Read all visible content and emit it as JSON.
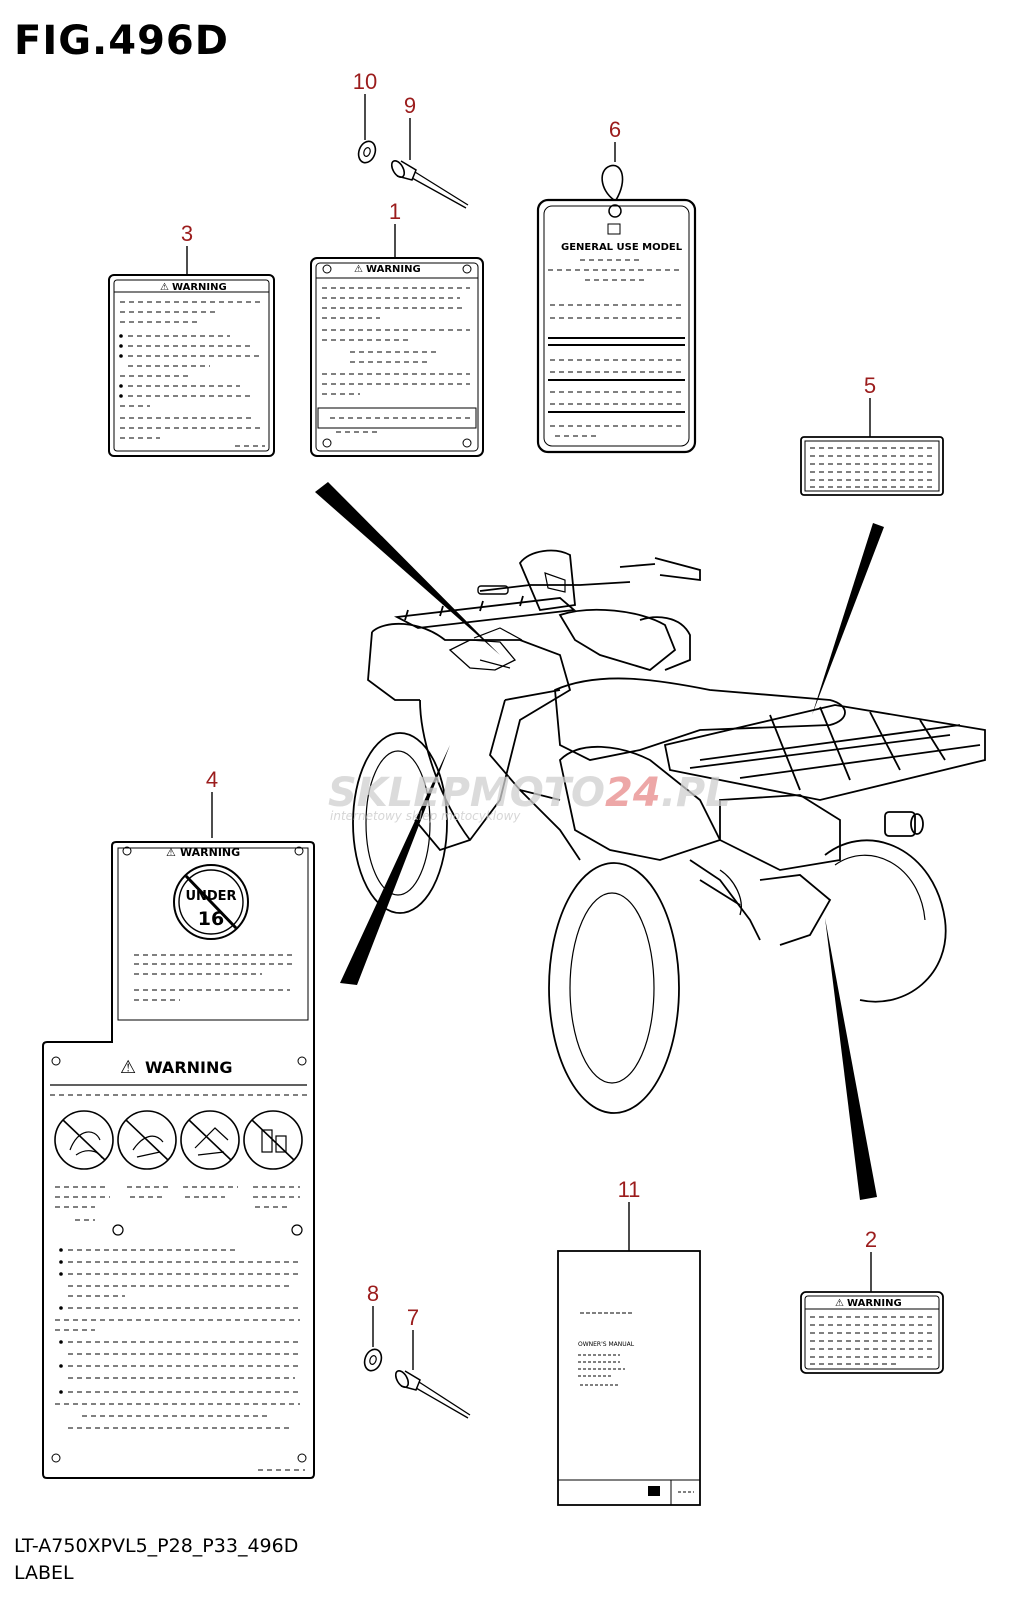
{
  "figure": {
    "title": "FIG.496D",
    "model_code": "LT-A750XPVL5_P28_P33_496D",
    "caption": "LABEL"
  },
  "callouts": [
    "1",
    "2",
    "3",
    "4",
    "5",
    "6",
    "7",
    "8",
    "9",
    "10",
    "11"
  ],
  "labels": {
    "warning": "WARNING",
    "general_use": "GENERAL USE MODEL",
    "under_1": "UNDER",
    "under_2": "16",
    "owners_manual": "OWNER'S MANUAL"
  },
  "watermark": {
    "brand_a": "SKLEPMOTO",
    "brand_b": "24",
    "brand_c": ".PL",
    "tagline": "internetowy sklep motocyklowy"
  },
  "colors": {
    "callout": "#9b1c1c",
    "watermark_red": "#e88a8a",
    "watermark_gray": "#d2d2d2"
  }
}
